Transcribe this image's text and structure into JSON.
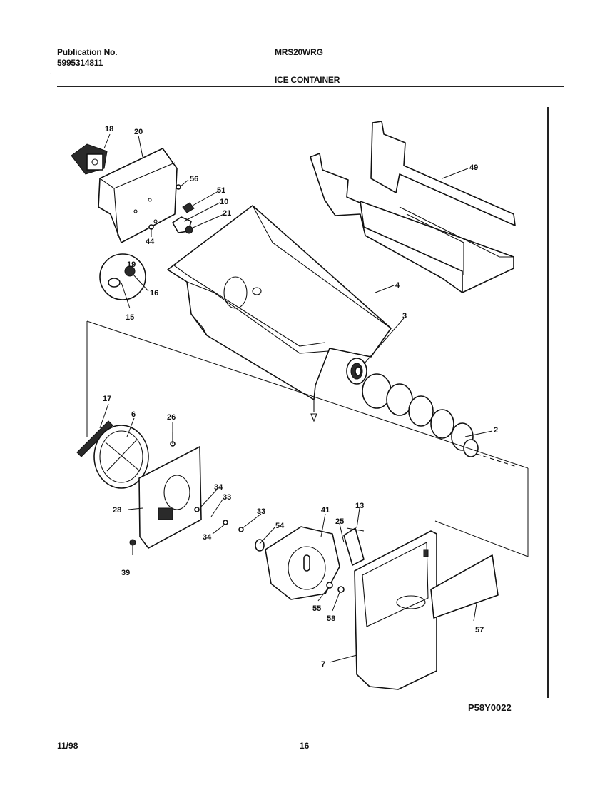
{
  "header": {
    "publication_label": "Publication No.",
    "publication_number": "5995314811",
    "model": "MRS20WRG",
    "section_title": "ICE CONTAINER"
  },
  "diagram": {
    "code": "P58Y0022",
    "callouts": [
      "18",
      "20",
      "56",
      "51",
      "10",
      "21",
      "44",
      "49",
      "4",
      "3",
      "2",
      "19",
      "16",
      "15",
      "17",
      "6",
      "26",
      "34",
      "33",
      "28",
      "34",
      "33",
      "39",
      "54",
      "41",
      "25",
      "13",
      "55",
      "58",
      "57",
      "7"
    ]
  },
  "footer": {
    "date": "11/98",
    "page": "16"
  }
}
